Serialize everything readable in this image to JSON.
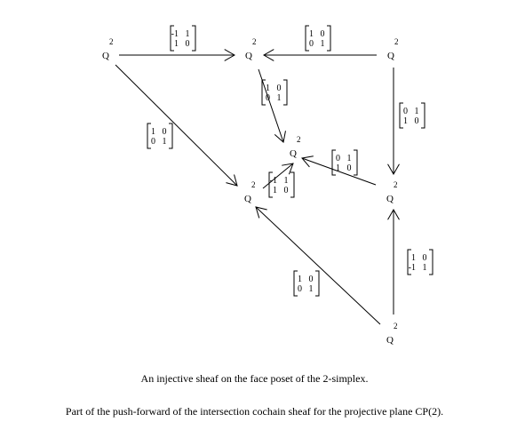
{
  "diagram": {
    "nodes": [
      {
        "id": "n1",
        "label": "Q",
        "sup": "2"
      },
      {
        "id": "n2",
        "label": "Q",
        "sup": "2"
      },
      {
        "id": "n3",
        "label": "Q",
        "sup": "2"
      },
      {
        "id": "n4",
        "label": "Q",
        "sup": "2"
      },
      {
        "id": "n5",
        "label": "Q",
        "sup": "2"
      },
      {
        "id": "n6",
        "label": "Q",
        "sup": "2"
      },
      {
        "id": "n7",
        "label": "Q",
        "sup": "2"
      }
    ],
    "edges": [
      {
        "id": "e1",
        "from": "n1",
        "to": "n2",
        "matrix": [
          [
            "-1",
            "1"
          ],
          [
            "1",
            "0"
          ]
        ]
      },
      {
        "id": "e2",
        "from": "n3",
        "to": "n2",
        "matrix": [
          [
            "1",
            "0"
          ],
          [
            "0",
            "1"
          ]
        ]
      },
      {
        "id": "e3",
        "from": "n2",
        "to": "n4",
        "matrix": [
          [
            "1",
            "0"
          ],
          [
            "0",
            "1"
          ]
        ]
      },
      {
        "id": "e4",
        "from": "n3",
        "to": "n6",
        "matrix": [
          [
            "0",
            "1"
          ],
          [
            "1",
            "0"
          ]
        ]
      },
      {
        "id": "e5",
        "from": "n1",
        "to": "n5",
        "matrix": [
          [
            "1",
            "0"
          ],
          [
            "0",
            "1"
          ]
        ]
      },
      {
        "id": "e6",
        "from": "n5",
        "to": "n4",
        "matrix": [
          [
            "-1",
            "1"
          ],
          [
            "1",
            "0"
          ]
        ]
      },
      {
        "id": "e7",
        "from": "n6",
        "to": "n4",
        "matrix": [
          [
            "0",
            "1"
          ],
          [
            "1",
            "0"
          ]
        ]
      },
      {
        "id": "e8",
        "from": "n7",
        "to": "n6",
        "matrix": [
          [
            "1",
            "0"
          ],
          [
            "-1",
            "1"
          ]
        ]
      },
      {
        "id": "e9",
        "from": "n7",
        "to": "n5",
        "matrix": [
          [
            "1",
            "0"
          ],
          [
            "0",
            "1"
          ]
        ]
      }
    ]
  },
  "captions": {
    "line1": "An injective sheaf on the face poset of the 2-simplex.",
    "line2": "Part of the push-forward of the intersection cochain sheaf for the projective plane CP(2)."
  }
}
